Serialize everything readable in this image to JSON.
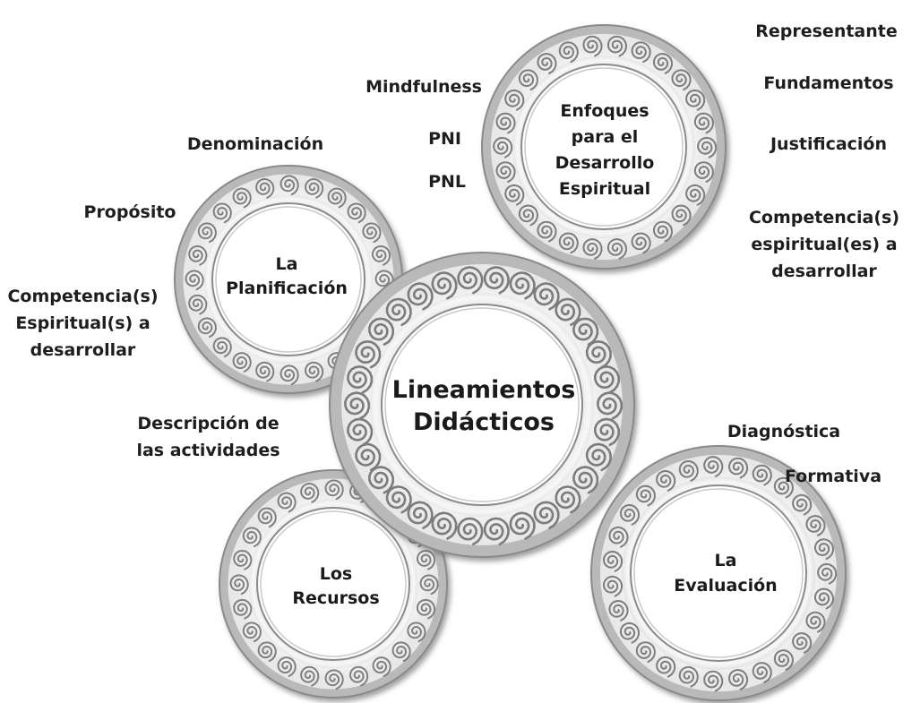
{
  "center": {
    "title": "Lineamientos\nDidácticos"
  },
  "rings": {
    "planificacion": {
      "title": "La\nPlanificación"
    },
    "enfoques": {
      "title": "Enfoques\npara el\nDesarrollo\nEspiritual"
    },
    "recursos": {
      "title": "Los\nRecursos"
    },
    "evaluacion": {
      "title": "La\nEvaluación"
    }
  },
  "labels": {
    "denominacion": "Denominación",
    "proposito": "Propósito",
    "competencia_espiritual": "Competencia(s)\nEspiritual(s) a\ndesarrollar",
    "descripcion": "Descripción de\nlas actividades",
    "mindfulness": "Mindfulness",
    "pni": "PNI",
    "pnl": "PNL",
    "representante": "Representante",
    "fundamentos": "Fundamentos",
    "justificacion": "Justificación",
    "competencia_es": "Competencia(s)\nespiritual(es) a\ndesarrollar",
    "diagnostica": "Diagnóstica",
    "formativa": "Formativa"
  },
  "colors": {
    "ring_light": "#f4f4f4",
    "ring_mid": "#c9c9c9",
    "ring_dark": "#8a8a8a",
    "spiral": "#7c7c7c",
    "text": "#1e1e1e"
  }
}
